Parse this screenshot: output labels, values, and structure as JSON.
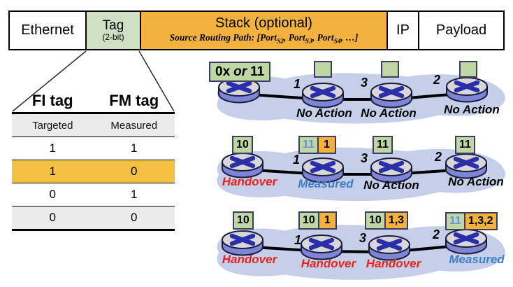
{
  "colors": {
    "tag_green_header": "#cfe0c3",
    "tag_green_box": "#bed7a4",
    "stack_orange": "#f2b23d",
    "table_highlight": "#f4c142",
    "table_stripe": "#ebebeb",
    "cloud_blue": "#c5cfe9",
    "handover_red": "#e8231b",
    "measured_blue": "#3f7ec7",
    "fi_tag_blue_text": "#6d92d6",
    "router_side_purple": "#7e84d6",
    "router_top_gray": "#d7d7db"
  },
  "packet_header": {
    "ethernet": "Ethernet",
    "tag": "Tag",
    "tag_sub": "(2-bit)",
    "stack_title": "Stack (optional)",
    "stack_sub_parts": [
      "Source Routing Path: [Port",
      "S2",
      ", Port",
      "S3",
      ", Port",
      "S4",
      ", …]"
    ],
    "ip": "IP",
    "payload": "Payload"
  },
  "tag_table": {
    "headers": {
      "fi": "FI tag",
      "fm": "FM tag"
    },
    "rows": [
      {
        "fi": "Targeted",
        "fm": "Measured"
      },
      {
        "fi": "1",
        "fm": "1"
      },
      {
        "fi": "1",
        "fm": "0"
      },
      {
        "fi": "0",
        "fm": "1"
      },
      {
        "fi": "0",
        "fm": "0"
      }
    ]
  },
  "networks": {
    "rows": [
      {
        "nodes": [
          {
            "tag_parts": [
              "0x",
              "or",
              "11"
            ],
            "action": ""
          },
          {
            "fi_tag": "",
            "link_label": "1",
            "action": "No Action"
          },
          {
            "fi_tag": "",
            "link_label": "3",
            "action": "No Action"
          },
          {
            "fi_tag": "",
            "link_label": "2",
            "action": "No Action"
          }
        ]
      },
      {
        "nodes": [
          {
            "fi_tag": "10",
            "action": "Handover"
          },
          {
            "fi_tag": "11",
            "fm_tag": "1",
            "link_label": "1",
            "action": "Measured"
          },
          {
            "fi_tag": "11",
            "link_label": "3",
            "action": "No Action"
          },
          {
            "fi_tag": "11",
            "link_label": "2",
            "action": "No Action"
          }
        ]
      },
      {
        "nodes": [
          {
            "fi_tag": "10",
            "action": "Handover"
          },
          {
            "fi_tag": "10",
            "fm_tag": "1",
            "link_label": "1",
            "action": "Handover"
          },
          {
            "fi_tag": "10",
            "fm_tag": "1,3",
            "link_label": "3",
            "action": "Handover"
          },
          {
            "fi_tag": "11",
            "fm_tag": "1,3,2",
            "link_label": "2",
            "action": "Measured"
          }
        ]
      }
    ]
  }
}
